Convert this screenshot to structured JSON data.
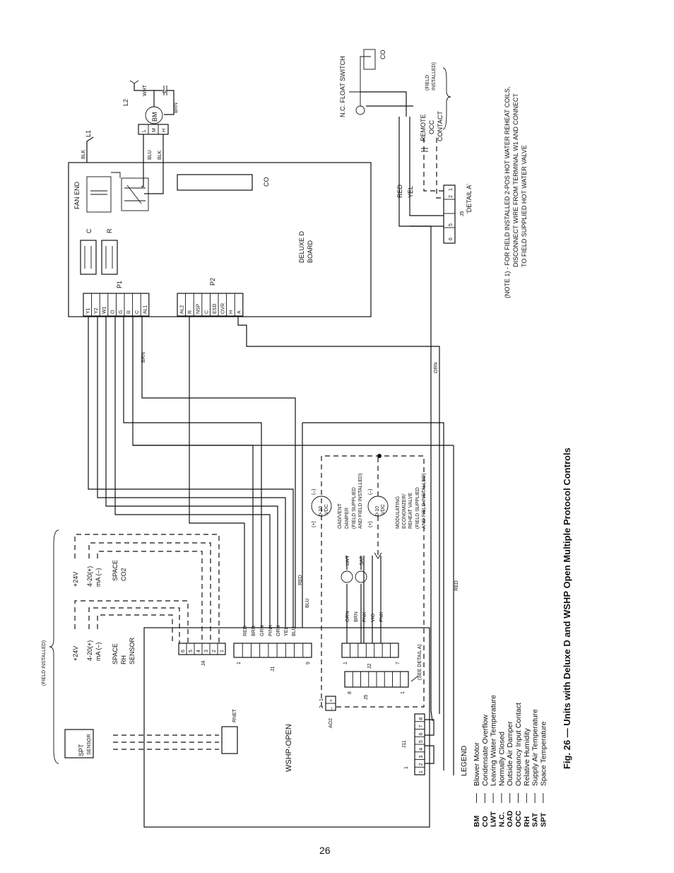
{
  "title": "Fig. 26 — Units with Deluxe D and WSHP Open Multiple Protocol Controls",
  "page_number": "26",
  "board": {
    "line1": "DELUXE D",
    "line2": "BOARD",
    "co": "CO",
    "c": "C",
    "r": "R",
    "fan_end": "FAN END"
  },
  "p1": {
    "label": "P1",
    "pins": [
      "Y1",
      "Y2",
      "W1",
      "O",
      "G",
      "R",
      "C",
      "AL1"
    ]
  },
  "p2": {
    "label": "P2",
    "pins": [
      "AL2",
      "R",
      "NSP",
      "C",
      "ESD",
      "OVR",
      "H",
      "A"
    ]
  },
  "motor": {
    "bm": "BM",
    "taps": [
      "L",
      "M",
      "H"
    ],
    "l1": "L1",
    "l2": "L2",
    "c": "C",
    "blk": "BLK",
    "blu": "BLU",
    "blk2": "BLK",
    "wht": "WHT",
    "brn": "BRN"
  },
  "float": {
    "line1": "N.C. FLOAT SWITCH",
    "co": "CO"
  },
  "detail_a": {
    "red": "RED",
    "yel": "YEL",
    "remote1": "REMOTE",
    "remote2": "OCC",
    "remote3": "CONTACT",
    "field1": "(FIELD",
    "field2": "INSTALLED)",
    "j5": "J5",
    "pins": [
      "6",
      "5",
      "2",
      "1"
    ],
    "label": "'DETAIL A'"
  },
  "note": {
    "line1": "(NOTE 1) -  FOR FIELD INSTALLED 2-POS HOT WATER REHEAT COILS,",
    "line2": "DISCONNECT WIRE FROM TERMINAL W1 AND CONNECT",
    "line3": "TO FIELD SUPPLIED HOT WATER VALVE"
  },
  "wires": {
    "brn": "BRN",
    "orn": "ORN",
    "red": "RED",
    "red2": "RED",
    "blu": "BLU"
  },
  "wshp": {
    "name": "WSHP-OPEN",
    "rnet": "RNET",
    "j4": {
      "label": "J4",
      "pins": [
        "6",
        "5",
        "4",
        "3",
        "2",
        "1"
      ]
    },
    "j1": {
      "label": "J1",
      "first": "1",
      "last": "9",
      "wires": [
        "RED",
        "BRN",
        "GRN",
        "PINK",
        "ORN",
        "YEL",
        "BLU"
      ]
    },
    "j2": {
      "label": "J2",
      "first": "1",
      "last": "7",
      "wires": [
        "ORN",
        "BRN",
        "PNK",
        "VIO",
        "PNK"
      ]
    },
    "j5": {
      "label": "J5",
      "first": "8",
      "last": "1",
      "see": "(SEE DETAIL A)"
    },
    "ao2": {
      "label": "AO2",
      "minus": "–",
      "plus": "+",
      "n2": "2",
      "n1": "1"
    },
    "j11": {
      "label": "J11",
      "first": "1",
      "pins": [
        "1",
        "2",
        "3",
        "4",
        "5",
        "6",
        "7",
        "8"
      ]
    }
  },
  "sensors": {
    "field_installed": "(FIELD INSTALLED)",
    "rh": {
      "v24": "+24V",
      "ma1": "4-20(+)",
      "ma2": "mA (–)",
      "name1": "SPACE",
      "name2": "RH",
      "name3": "SENSOR"
    },
    "co2": {
      "v24": "+24V",
      "ma1": "4-20(+)",
      "ma2": "mA (–)",
      "name1": "SPACE",
      "name2": "CO2"
    },
    "spt": {
      "line1": "SPT",
      "line2": "SENSOR"
    },
    "lwt": "LWT",
    "sat": "SAT",
    "oad": {
      "plus": "(+)",
      "minus": "(–)",
      "v1": "0-10",
      "v2": "VDC",
      "l1": "OAD/VENT",
      "l2": "DAMPER",
      "l3": "(FIELD SUPPLIED",
      "l4": "AND FIELD INSTALLED)"
    },
    "mod": {
      "plus": "(+)",
      "minus": "(–)",
      "v1": "0-10",
      "v2": "VDC",
      "l1": "MODULATING",
      "l2": "ECONOMIZER/",
      "l3": "REHEAT VALVE",
      "l4": "(FIELD SUPPLIED",
      "l5": "AND FIELD INSTALLED)"
    }
  },
  "legend": {
    "title": "LEGEND",
    "items": [
      {
        "abbr": "BM",
        "text": "Blower Motor"
      },
      {
        "abbr": "CO",
        "text": "Condensate Overflow"
      },
      {
        "abbr": "LWT",
        "text": "Leaving Water Temperature"
      },
      {
        "abbr": "N.C.",
        "text": "Normally Closed"
      },
      {
        "abbr": "OAD",
        "text": "Outside Air Damper"
      },
      {
        "abbr": "OCC",
        "text": "Occupancy Input Contact"
      },
      {
        "abbr": "RH",
        "text": "Relative Humidity"
      },
      {
        "abbr": "SAT",
        "text": "Supply Air Temperature"
      },
      {
        "abbr": "SPT",
        "text": "Space Temperature"
      }
    ]
  }
}
